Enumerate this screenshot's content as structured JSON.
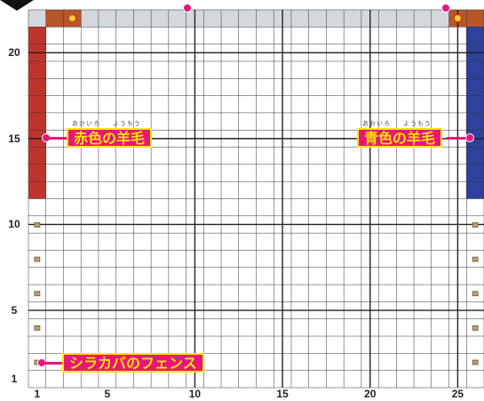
{
  "axes": {
    "x_ticks": [
      "1",
      "5",
      "10",
      "15",
      "20",
      "25"
    ],
    "y_ticks": [
      "1",
      "5",
      "10",
      "15",
      "20"
    ]
  },
  "callouts": {
    "red_wool": {
      "label": "赤色の羊毛",
      "ruby_left": "あかいろ",
      "ruby_right": "ようもう"
    },
    "blue_wool": {
      "label": "青色の羊毛",
      "ruby_left": "あおいろ",
      "ruby_right": "ようもう"
    },
    "birch_fence": {
      "label": "シラカバのフェンス"
    }
  },
  "colors": {
    "callout_bg": "#e8157a",
    "callout_text": "#ffe600",
    "red_wool": "#c0342c",
    "blue_wool": "#2e3f9e",
    "stone": "#d4d8dc",
    "grid_line": "#333333",
    "fence": "#b8a27a"
  },
  "icons": {
    "top_left_block": "torch-on-brick-icon",
    "top_right_block": "torch-on-brick-icon",
    "fence_post": "birch-fence-icon",
    "corner_marker": "triangle-marker-icon"
  }
}
